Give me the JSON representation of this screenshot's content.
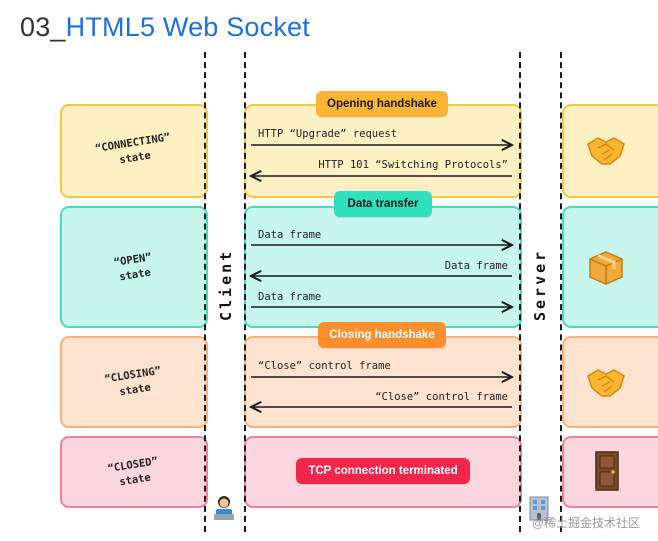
{
  "title": {
    "number": "03_",
    "name": "HTML5 Web Socket"
  },
  "axis": {
    "client": "Client",
    "server": "Server"
  },
  "phases": [
    {
      "state_line1": "“CONNECTING”",
      "state_line2": "state",
      "label": "Opening handshake",
      "color": "#fbb535",
      "icon": "handshake-icon"
    },
    {
      "state_line1": "“OPEN”",
      "state_line2": "state",
      "label": "Data transfer",
      "color": "#2ee0bd",
      "icon": "package-icon"
    },
    {
      "state_line1": "“CLOSING”",
      "state_line2": "state",
      "label": "Closing handshake",
      "color": "#fb8f2e",
      "icon": "handshake-icon"
    },
    {
      "state_line1": "“CLOSED”",
      "state_line2": "state",
      "label": "TCP connection terminated",
      "color": "#f2254a",
      "icon": "door-icon"
    }
  ],
  "messages": [
    {
      "text": "HTTP “Upgrade” request",
      "direction": "to-server"
    },
    {
      "text": "HTTP 101 “Switching Protocols”",
      "direction": "to-client"
    },
    {
      "text": "Data frame",
      "direction": "to-server"
    },
    {
      "text": "Data frame",
      "direction": "to-client"
    },
    {
      "text": "Data frame",
      "direction": "to-server"
    },
    {
      "text": "“Close” control frame",
      "direction": "to-server"
    },
    {
      "text": "“Close” control frame",
      "direction": "to-client"
    }
  ],
  "watermark": "@稀土掘金技术社区"
}
